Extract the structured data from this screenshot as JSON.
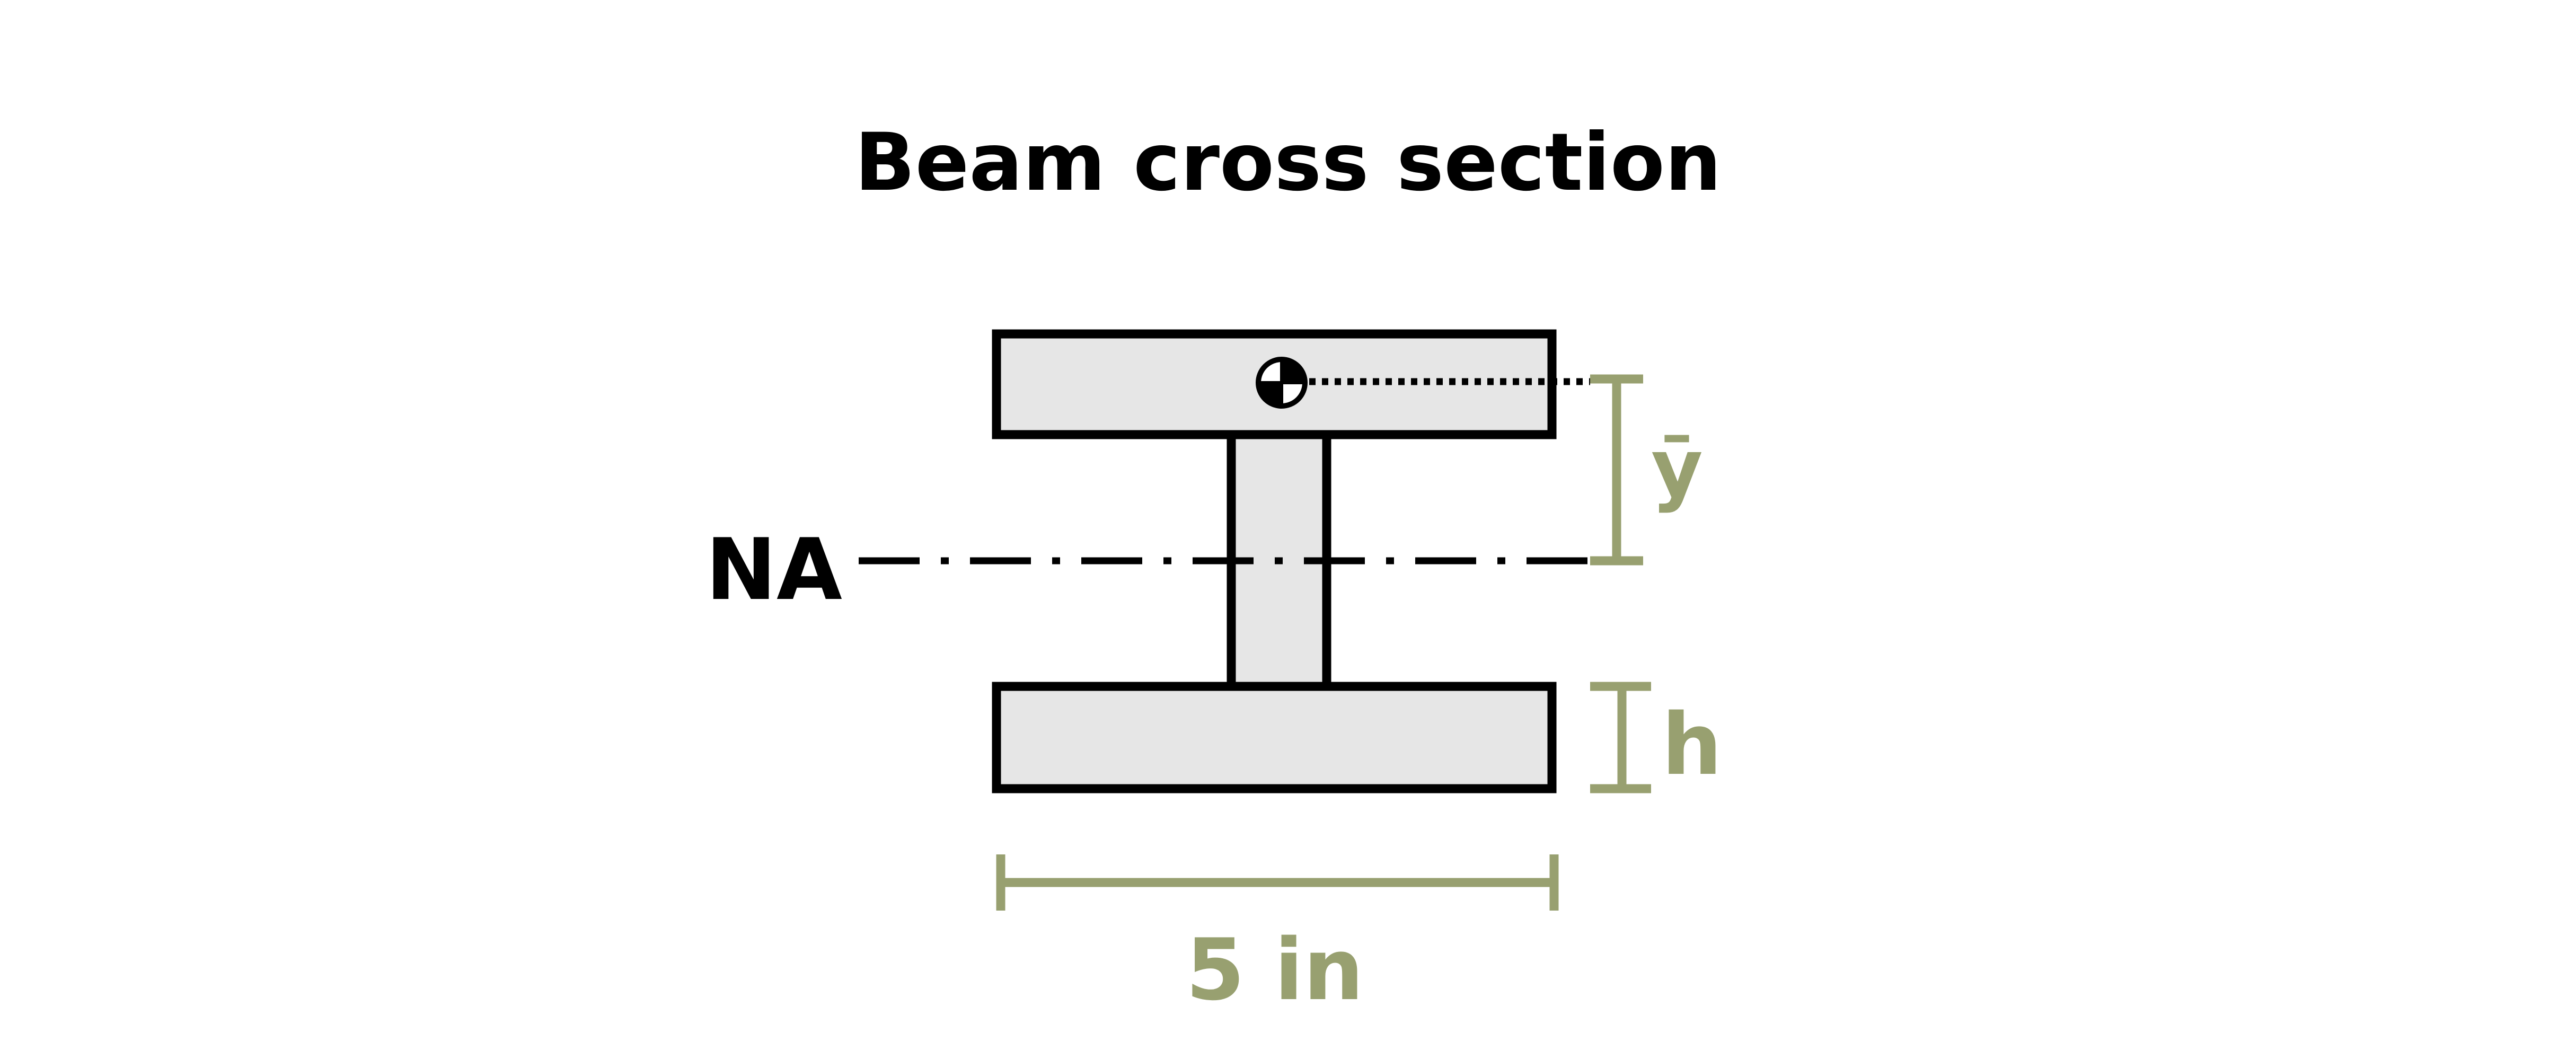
{
  "title": "Beam cross section",
  "labels": {
    "neutral_axis": "NA",
    "centroid_distance": "ȳ",
    "flange_thickness": "h",
    "flange_width": "5 in"
  },
  "colors": {
    "outline": "#000000",
    "fill": "#e6e6e6",
    "dimension": "#98a070",
    "background": "#ffffff"
  },
  "icons": {
    "centroid": "centroid-symbol-icon"
  }
}
